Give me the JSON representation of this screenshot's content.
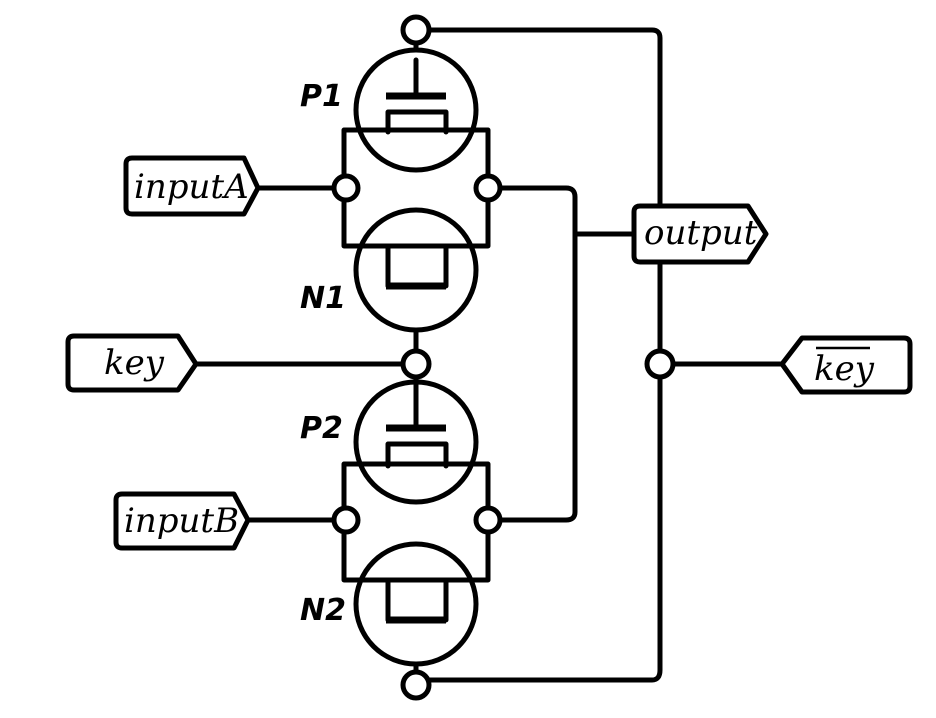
{
  "transistors": [
    {
      "id": "p1",
      "label": "P1",
      "kind": "pmos"
    },
    {
      "id": "n1",
      "label": "N1",
      "kind": "nmos"
    },
    {
      "id": "p2",
      "label": "P2",
      "kind": "pmos"
    },
    {
      "id": "n2",
      "label": "N2",
      "kind": "nmos"
    }
  ],
  "pins": {
    "input_a": "inputA",
    "input_b": "inputB",
    "key": "key",
    "output": "output",
    "key_bar": "key"
  }
}
